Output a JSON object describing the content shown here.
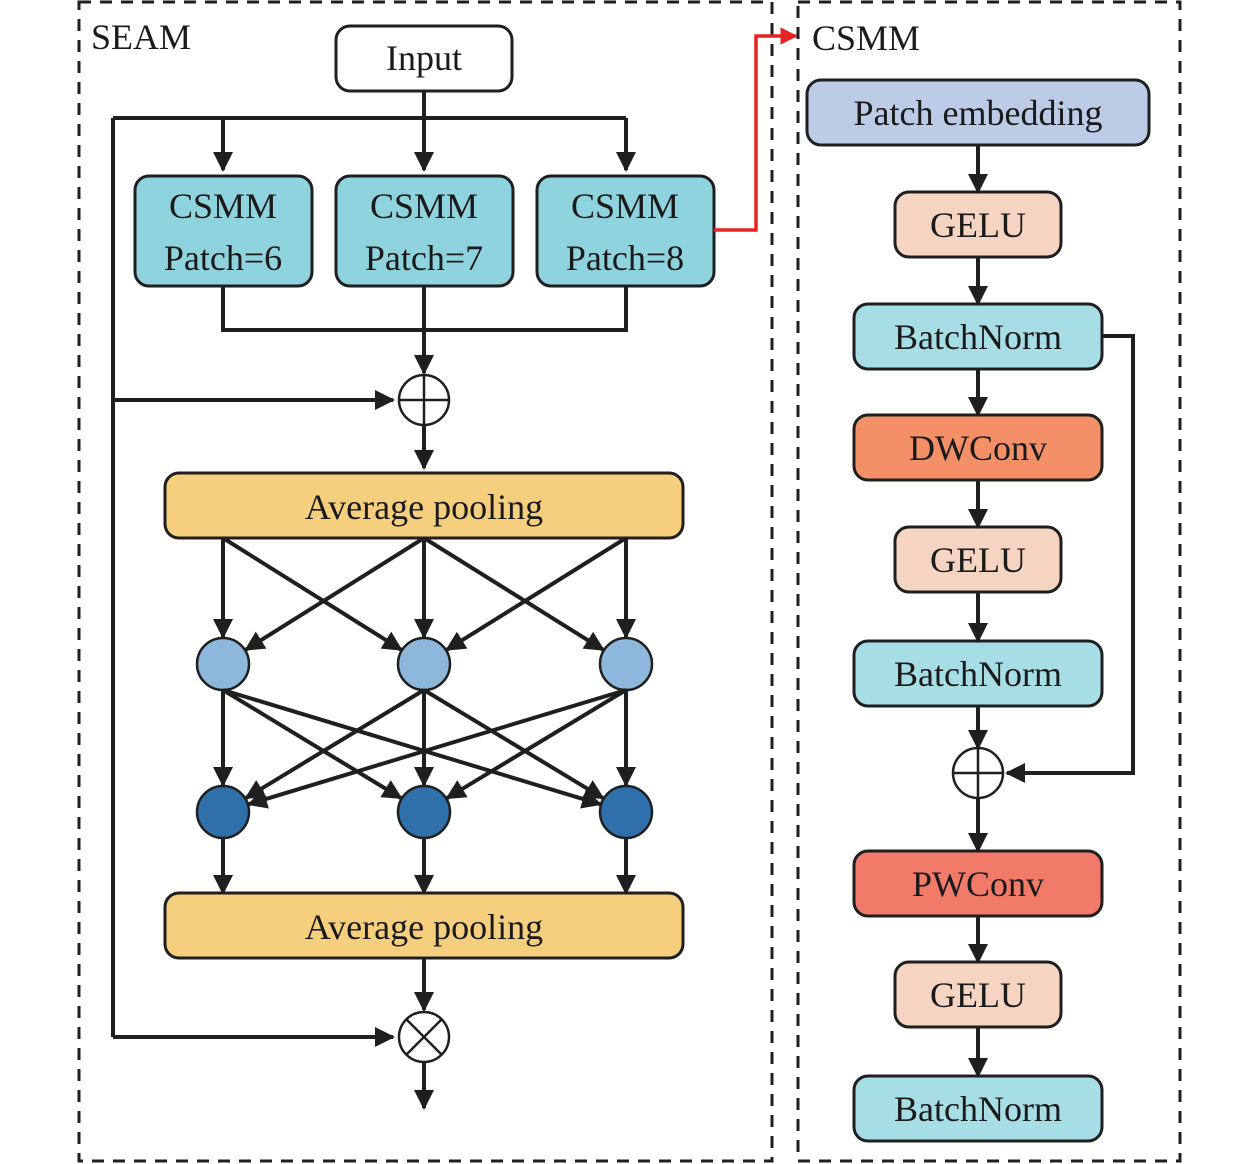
{
  "seam": {
    "title": "SEAM",
    "input_label": "Input",
    "csmm_branches": [
      {
        "line1": "CSMM",
        "line2": "Patch=6"
      },
      {
        "line1": "CSMM",
        "line2": "Patch=7"
      },
      {
        "line1": "CSMM",
        "line2": "Patch=8"
      }
    ],
    "add_operator": "add-icon",
    "pool_top_label": "Average pooling",
    "pool_bottom_label": "Average pooling",
    "hidden_layer_nodes": 3,
    "output_layer_nodes": 3,
    "multiply_operator": "multiply-icon"
  },
  "csmm": {
    "title": "CSMM",
    "blocks": [
      {
        "label": "Patch embedding",
        "kind": "embedding"
      },
      {
        "label": "GELU",
        "kind": "activation"
      },
      {
        "label": "BatchNorm",
        "kind": "norm"
      },
      {
        "label": "DWConv",
        "kind": "dwconv"
      },
      {
        "label": "GELU",
        "kind": "activation"
      },
      {
        "label": "BatchNorm",
        "kind": "norm"
      },
      {
        "label": "PWConv",
        "kind": "pwconv"
      },
      {
        "label": "GELU",
        "kind": "activation"
      },
      {
        "label": "BatchNorm",
        "kind": "norm"
      }
    ],
    "add_operator": "add-icon"
  },
  "colors": {
    "csmm_branch": "#8ed3dd",
    "pooling": "#f6cf7e",
    "node_light": "#8db8db",
    "node_dark": "#2f70ab",
    "embedding": "#bccbe6",
    "activation": "#f6d4c2",
    "norm": "#a7dde5",
    "dwconv": "#f39068",
    "pwconv": "#f17a69",
    "link_arrow": "#e52421",
    "line": "#1f1f1f"
  }
}
